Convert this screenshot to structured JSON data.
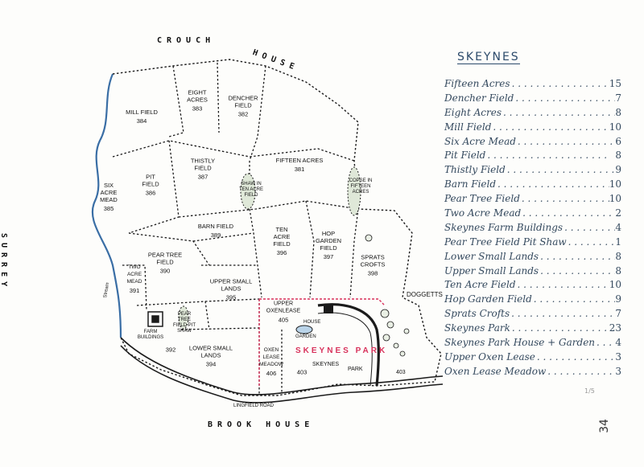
{
  "map": {
    "border_labels": {
      "top": "CROUCH",
      "top_right": "HOUSE",
      "left": "SURREY",
      "bottom": "BROOK HOUSE"
    },
    "fields": [
      {
        "name": "MILL FIELD",
        "number": "384"
      },
      {
        "name": "EIGHT ACRES",
        "number": "383"
      },
      {
        "name": "DENCHER FIELD",
        "number": "382"
      },
      {
        "name": "FIFTEEN ACRES",
        "number": "381"
      },
      {
        "name": "SIX ACRE MEAD",
        "number": "385"
      },
      {
        "name": "PIT FIELD",
        "number": "386"
      },
      {
        "name": "THISTLY FIELD",
        "number": "387"
      },
      {
        "name": "BARN FIELD",
        "number": "389"
      },
      {
        "name": "PEAR TREE FIELD",
        "number": "390"
      },
      {
        "name": "TWO ACRE MEAD",
        "number": "391"
      },
      {
        "name": "TEN ACRE FIELD",
        "number": "396"
      },
      {
        "name": "HOP GARDEN FIELD",
        "number": "397"
      },
      {
        "name": "SPRATS CROFTS",
        "number": "398"
      },
      {
        "name": "UPPER SMALL LANDS",
        "number": "395"
      },
      {
        "name": "LOWER SMALL LANDS",
        "number": "394"
      },
      {
        "name": "UPPER OXENLEASE",
        "number": "405"
      },
      {
        "name": "OXEN LEASE MEADOW",
        "number": "406"
      },
      {
        "name": "",
        "number": "392"
      },
      {
        "name": "",
        "number": "403"
      }
    ],
    "small_labels": {
      "shaw": "SHAW IN TEN ACRE FIELD",
      "copse": "COPSE IN FIFTEEN ACRES",
      "pit_shaw": "PEAR TREE FIELD PIT SHAW",
      "farm": "FARM BUILDINGS",
      "house": "HOUSE",
      "garden": "GARDEN",
      "skeynes_park_lower": "SKEYNES",
      "park_lower": "PARK",
      "park_403": "403",
      "stream": "Stream",
      "road": "LINGFIELD ROAD",
      "doggetts": "DOGGETTS"
    },
    "park_title": "SKEYNES PARK"
  },
  "legend": {
    "title": "SKEYNES",
    "items": [
      {
        "name": "Fifteen Acres",
        "value": "15"
      },
      {
        "name": "Dencher Field",
        "value": "7"
      },
      {
        "name": "Eight Acres",
        "value": "8"
      },
      {
        "name": "Mill Field",
        "value": "10"
      },
      {
        "name": "Six Acre Mead",
        "value": "6"
      },
      {
        "name": "Pit Field",
        "value": "8"
      },
      {
        "name": "Thistly Field",
        "value": "9"
      },
      {
        "name": "Barn Field",
        "value": "10"
      },
      {
        "name": "Pear Tree Field",
        "value": "10"
      },
      {
        "name": "Two Acre Mead",
        "value": "2"
      },
      {
        "name": "Skeynes Farm Buildings",
        "value": "4"
      },
      {
        "name": "Pear Tree Field Pit Shaw",
        "value": "1"
      },
      {
        "name": "Lower Small Lands",
        "value": "8"
      },
      {
        "name": "Upper Small Lands",
        "value": "8"
      },
      {
        "name": "Ten Acre Field",
        "value": "10"
      },
      {
        "name": "Hop Garden Field",
        "value": "9"
      },
      {
        "name": "Sprats Crofts",
        "value": "7"
      },
      {
        "name": "Skeynes Park",
        "value": "23"
      },
      {
        "name": "Skeynes Park House + Garden",
        "value": "4"
      },
      {
        "name": "Upper Oxen Lease",
        "value": "3"
      },
      {
        "name": "Oxen Lease Meadow",
        "value": "3"
      }
    ]
  },
  "page_number": "34",
  "stamp": "1/5",
  "colors": {
    "ink": "#1b1b1b",
    "river": "#3a6ea5",
    "park_boundary": "#d8325b",
    "legend_ink": "#34495e"
  }
}
